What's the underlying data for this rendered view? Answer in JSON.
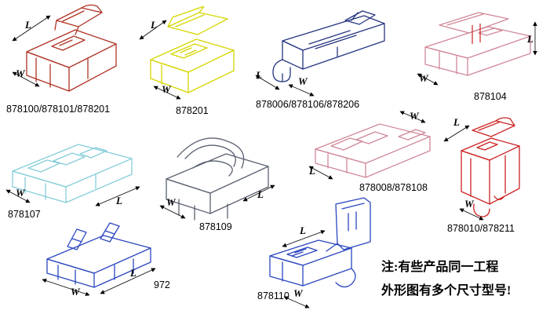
{
  "note": {
    "line1": "注:有些产品同一工程",
    "line2": "外形图有多个尺寸型号!"
  },
  "figures": [
    {
      "part": "878100/878101/878201",
      "color": "#b03224",
      "dim_l": "L",
      "dim_w": "W"
    },
    {
      "part": "878201",
      "color": "#d6d600",
      "dim_l": "L",
      "dim_w": "W"
    },
    {
      "part": "878006/878106/878206",
      "color": "#253580",
      "dim_l": "L",
      "dim_w": "W"
    },
    {
      "part": "878104",
      "color": "#d08898",
      "accent": "#cc2222",
      "dim_l": "L",
      "dim_w": "W"
    },
    {
      "part": "878107",
      "color": "#85cdd9",
      "dim_l": "L",
      "dim_w": "W"
    },
    {
      "part": "878109",
      "color": "#5a6070",
      "dim_l": "L",
      "dim_w": "W"
    },
    {
      "part": "878008/878108",
      "color": "#d08898",
      "dim_l": "L",
      "dim_w": "W"
    },
    {
      "part": "878010/878211",
      "color": "#cc2222",
      "dim_l": "L",
      "dim_w": "W"
    },
    {
      "part": "972",
      "color": "#2b46c0",
      "dim_l": "L",
      "dim_w": "W"
    },
    {
      "part": "878110",
      "color": "#2b46c0",
      "dim_l": "L",
      "dim_w": "W"
    }
  ]
}
